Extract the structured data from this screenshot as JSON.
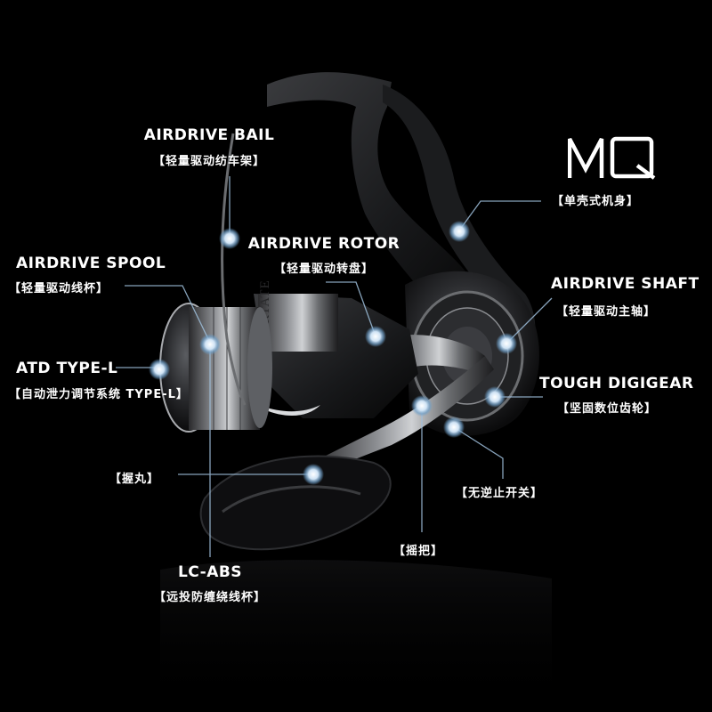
{
  "brand": {
    "logo_text": "MQ",
    "logo_subtitle": "【单壳式机身】"
  },
  "engraving": "CERTATE",
  "features": {
    "airdrive_bail": {
      "en": "AIRDRIVE BAIL",
      "cn": "【轻量驱动纺车架】"
    },
    "airdrive_rotor": {
      "en": "AIRDRIVE ROTOR",
      "cn": "【轻量驱动转盘】"
    },
    "airdrive_spool": {
      "en": "AIRDRIVE SPOOL",
      "cn": "【轻量驱动线杯】"
    },
    "airdrive_shaft": {
      "en": "AIRDRIVE SHAFT",
      "cn": "【轻量驱动主轴】"
    },
    "atd_type_l": {
      "en": "ATD TYPE-L",
      "cn": "【自动泄力调节系统 TYPE-L】"
    },
    "tough_digigear": {
      "en": "TOUGH DIGIGEAR",
      "cn": "【坚固数位齿轮】"
    },
    "handle_knob": {
      "cn": "【握丸】"
    },
    "anti_reverse_switch": {
      "cn": "【无逆止开关】"
    },
    "handle_arm": {
      "cn": "【摇把】"
    },
    "lc_abs": {
      "en": "LC-ABS",
      "cn": "【远投防缠绕线杯】"
    }
  },
  "colors": {
    "background": "#000000",
    "callout_line": "#9fbfdc",
    "text": "#ffffff"
  }
}
